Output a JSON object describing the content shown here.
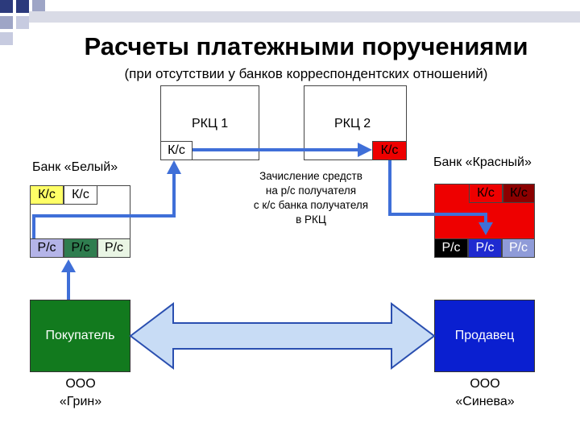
{
  "title": "Расчеты платежными поручениями",
  "subtitle": "(при отсутствии у банков корреспондентских отношений)",
  "rkc1": {
    "label": "РКЦ 1",
    "ks": "К/с"
  },
  "rkc2": {
    "label": "РКЦ 2",
    "ks": "К/с"
  },
  "bank_white": {
    "name": "Банк «Белый»",
    "ks": [
      "К/с",
      "К/с"
    ],
    "rs": [
      "Р/с",
      "Р/с",
      "Р/с"
    ]
  },
  "bank_red": {
    "name": "Банк  «Красный»",
    "ks": [
      "К/с",
      "К/с"
    ],
    "rs": [
      "Р/с",
      "Р/с",
      "Р/с"
    ]
  },
  "note": [
    "Зачисление средств",
    "на р/с получателя",
    "с к/с банка получателя",
    "в РКЦ"
  ],
  "buyer": {
    "label": "Покупатель",
    "company": [
      "ООО",
      "«Грин»"
    ]
  },
  "seller": {
    "label": "Продавец",
    "company": [
      "ООО",
      "«Синева»"
    ]
  },
  "colors": {
    "arrow_blue": "#3f6fd8",
    "arrow_fill_light": "#c8dcf5",
    "buyer_green": "#127a1e",
    "seller_blue": "#0a1fd0",
    "bank_red": "#ee0000",
    "dark_red": "#8b0000",
    "ks_yellow": "#ffff66",
    "rs_lavender": "#b4b4e8",
    "rs_dark_green": "#2f7d4f",
    "rs_light_green": "#e9f5e4"
  }
}
